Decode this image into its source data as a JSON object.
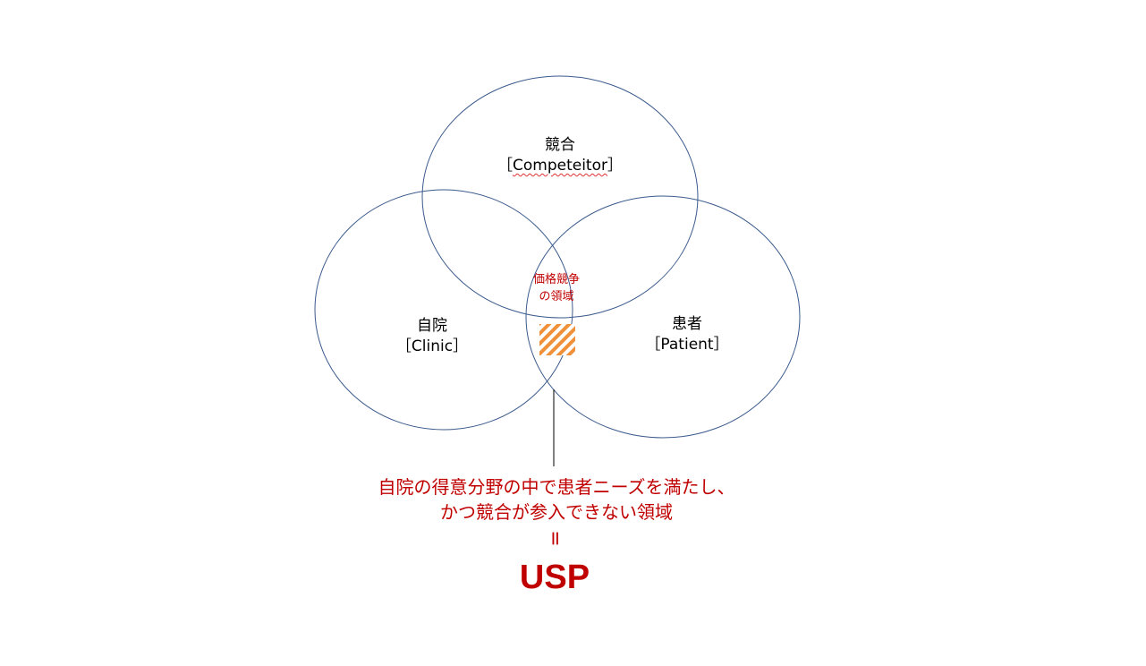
{
  "circles": {
    "competitor": {
      "name": "競合",
      "english": "Competeitor"
    },
    "clinic": {
      "name": "自院",
      "english": "Clinic"
    },
    "patient": {
      "name": "患者",
      "english": "Patient"
    }
  },
  "center_label": {
    "line1": "価格競争",
    "line2": "の領域"
  },
  "callout": {
    "line1": "自院の得意分野の中で患者ニーズを満たし、",
    "line2": "かつ競合が参入できない領域"
  },
  "equals": "=",
  "usp": "USP",
  "colors": {
    "circle_stroke": "#3a5a8c",
    "accent_red": "#c00000",
    "hatch": "#f0913a"
  }
}
